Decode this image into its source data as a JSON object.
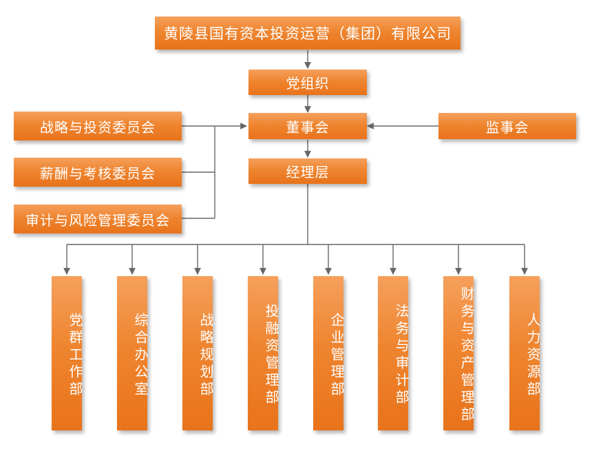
{
  "company": "黄陵县国有资本投资运营（集团）有限公司",
  "party": "党组织",
  "board": "董事会",
  "supervisors": "监事会",
  "management": "经理层",
  "committees": [
    "战略与投资委员会",
    "薪酬与考核委员会",
    "审计与风险管理委员会"
  ],
  "departments": [
    "党群工作部",
    "综合办公室",
    "战略规划部",
    "投融资管理部",
    "企业管理部",
    "法务与审计部",
    "财务与资产管理部",
    "人力资源部"
  ],
  "colors": {
    "box": "#ef8530",
    "line": "#666666"
  }
}
